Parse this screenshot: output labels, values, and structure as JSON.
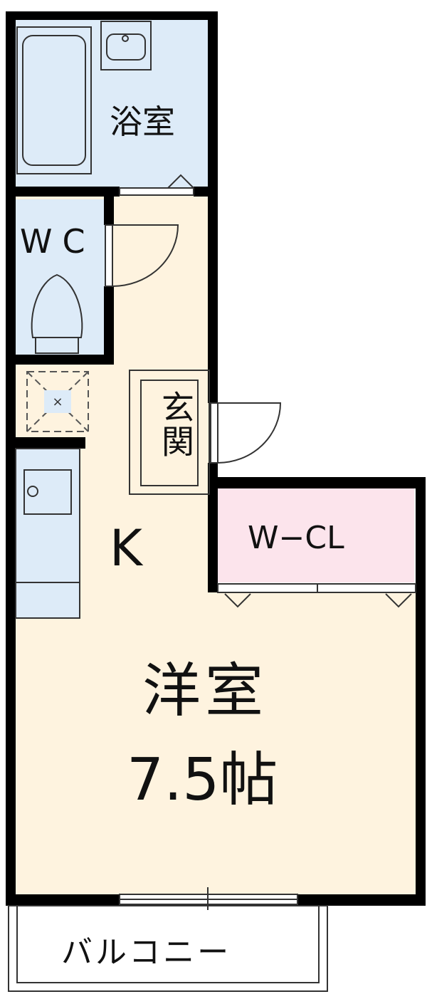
{
  "plan": {
    "rooms": {
      "bath": "浴室",
      "wc": "WC",
      "entrance": "玄関",
      "kitchen": "K",
      "walk_in_closet": "W−CL",
      "western_room": "洋室",
      "western_room_size": "7.5帖",
      "balcony": "バルコニー"
    },
    "colors": {
      "wall": "#000000",
      "floor": "#FEF3DF",
      "wet_area": "#DDEBF8",
      "closet": "#FCE4EC",
      "fixture_line": "#333333"
    }
  }
}
